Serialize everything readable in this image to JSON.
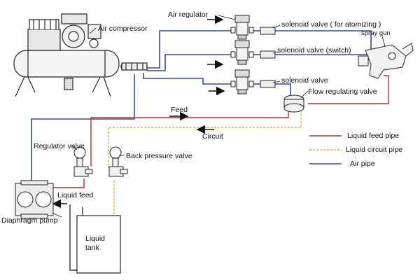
{
  "labels": {
    "air_compressor": "Air compressor",
    "air_regulator": "Air regulator",
    "solenoid_atomizing": "solenoid valve ( for atomizing )",
    "spray_gun": "spray gun",
    "solenoid_switch": "solenoid valve (switch)",
    "solenoid_valve": "solenoid valve",
    "flow_regulating_valve": "Flow regulating valve",
    "feed": "Feed",
    "circuit": "Circuit",
    "regulator_valve": "Regulator valve",
    "back_pressure_valve": "Back pressure valve",
    "liquid_feed": "Liquid feed",
    "diaphragm_pump": "Diaphragm pump",
    "liquid_tank_line1": "Liquid",
    "liquid_tank_line2": "tank"
  },
  "legend": [
    {
      "label": "Liquid feed pipe",
      "color": "#b03030"
    },
    {
      "label": "Liquid circuit pipe",
      "color": "#e0b040"
    },
    {
      "label": "Air pipe",
      "color": "#3a4a9a"
    }
  ],
  "colors": {
    "air_pipe": "#3a4a9a",
    "liquid_feed_pipe": "#b03030",
    "liquid_circuit_pipe": "#e0b040"
  }
}
